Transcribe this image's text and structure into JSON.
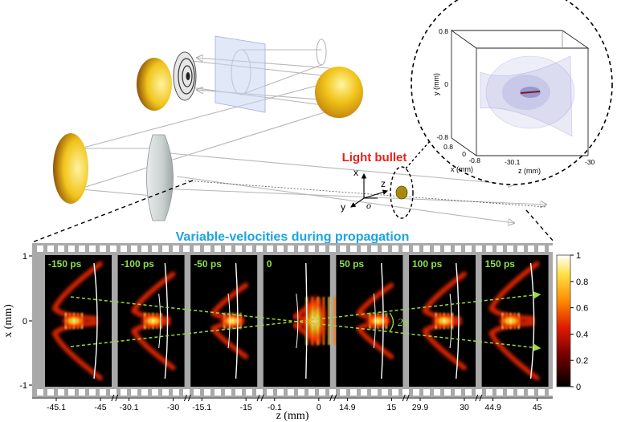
{
  "setup": {
    "light_bullet_label": "Light bullet",
    "axis_x": "x",
    "axis_y": "y",
    "axis_z": "z",
    "axis_origin": "o"
  },
  "inset": {
    "y_label": "y (mm)",
    "x_label": "x (mm)",
    "z_label": "z (mm)",
    "y_ticks": [
      "0.8",
      "0",
      "-0.8"
    ],
    "x_ticks": [
      "0.8",
      "0",
      "-0.8"
    ],
    "z_ticks": [
      "-30.1",
      "-30"
    ]
  },
  "filmstrip": {
    "title": "Variable-velocities during propagation",
    "y_axis_label": "x (mm)",
    "y_ticks": [
      "1",
      "0",
      "-1"
    ],
    "x_axis_label": "z (mm)",
    "angle_label": "2α",
    "frames": [
      {
        "time": "-150 ps",
        "z_left": "-45.1",
        "z_right": "-45",
        "spread": 1.0
      },
      {
        "time": "-100 ps",
        "z_left": "-30.1",
        "z_right": "-30",
        "spread": 0.72
      },
      {
        "time": "-50 ps",
        "z_left": "-15.1",
        "z_right": "-15",
        "spread": 0.42
      },
      {
        "time": "0",
        "z_left": "-0.1",
        "z_right": "0",
        "spread": 0.0
      },
      {
        "time": "50 ps",
        "z_left": "14.9",
        "z_right": "15",
        "spread": 0.42
      },
      {
        "time": "100 ps",
        "z_left": "29.9",
        "z_right": "30",
        "spread": 0.72
      },
      {
        "time": "150 ps",
        "z_left": "44.9",
        "z_right": "45",
        "spread": 1.0
      }
    ]
  },
  "colorbar": {
    "ticks": [
      "1",
      "0.8",
      "0.6",
      "0.4",
      "0.2",
      "0"
    ]
  },
  "colors": {
    "light_bullet": "#e8201a",
    "title_blue": "#1aa3e6",
    "time_green": "#8ee04a",
    "guide_green": "#9bd93c",
    "film_gray": "#a9a9a9"
  }
}
